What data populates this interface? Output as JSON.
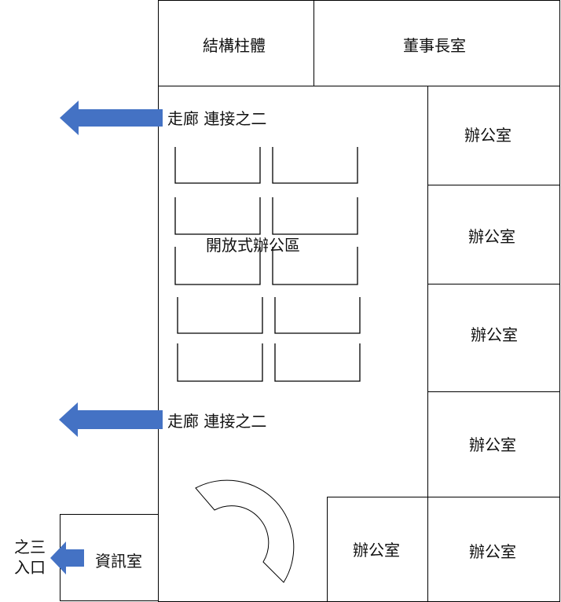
{
  "rooms": {
    "structure": "結構柱體",
    "chairman": "董事長室",
    "offices": [
      "辦公室",
      "辦公室",
      "辦公室",
      "辦公室",
      "辦公室",
      "辦公室"
    ],
    "open_office": "開放式辦公區",
    "info_room": "資訊室"
  },
  "corridors": [
    "走廊 連接之二",
    "走廊 連接之二"
  ],
  "entrance": {
    "line1": "之三",
    "line2": "入口"
  },
  "colors": {
    "arrow": "#4472C4"
  }
}
